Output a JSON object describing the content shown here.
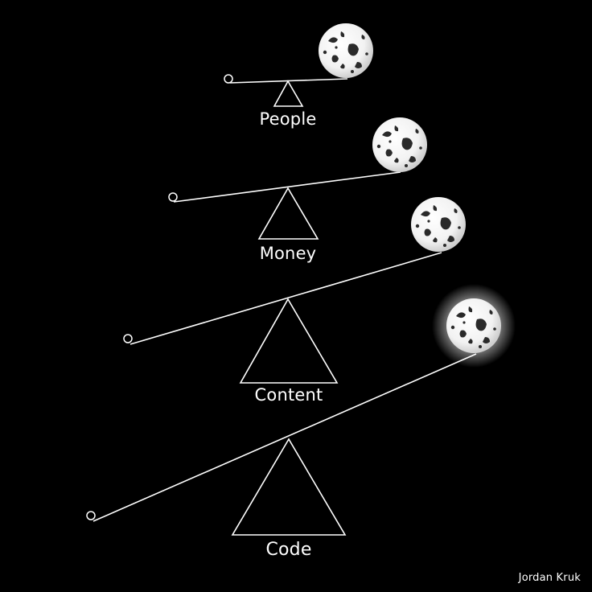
{
  "colors": {
    "background": "#000000",
    "foreground": "#ffffff",
    "moon_shadow": "#2a2a2a"
  },
  "levers": [
    {
      "label": "People"
    },
    {
      "label": "Money"
    },
    {
      "label": "Content"
    },
    {
      "label": "Code"
    }
  ],
  "credit": "Jordan Kruk"
}
